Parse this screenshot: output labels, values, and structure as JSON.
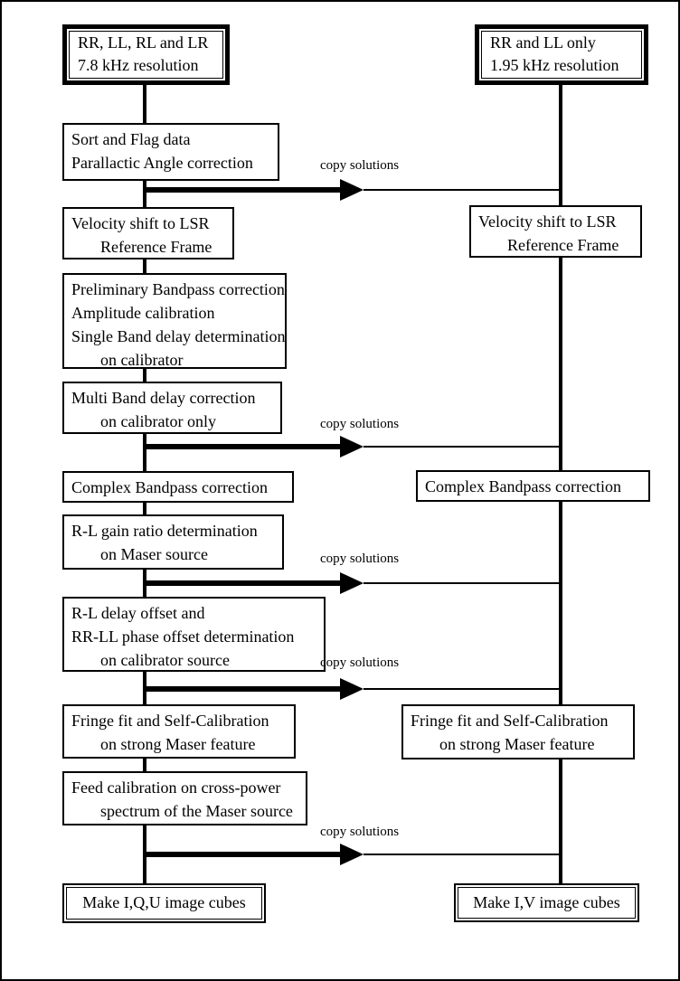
{
  "colors": {
    "line": "#000000",
    "background": "#ffffff"
  },
  "arrows": {
    "label": "copy solutions"
  },
  "left_column": {
    "header": {
      "line1": "RR, LL, RL and LR",
      "line2": "7.8 kHz resolution"
    },
    "sort_flag": {
      "line1": "Sort and Flag data",
      "line2": "Parallactic Angle correction"
    },
    "velocity": {
      "line1": "Velocity shift to LSR",
      "line2": "Reference Frame"
    },
    "prelim_bandpass": {
      "line1": "Preliminary Bandpass correction",
      "line2": "Amplitude calibration",
      "line3": "Single Band delay determination",
      "line4": "on calibrator"
    },
    "multiband_delay": {
      "line1": "Multi Band delay correction",
      "line2": "on calibrator only"
    },
    "complex_bandpass": {
      "line1": "Complex Bandpass correction"
    },
    "rl_gain": {
      "line1": "R-L gain ratio determination",
      "line2": "on Maser source"
    },
    "rl_delay": {
      "line1": "R-L delay offset and",
      "line2": "RR-LL phase offset determination",
      "line3": "on calibrator source"
    },
    "fringe_fit": {
      "line1": "Fringe fit and Self-Calibration",
      "line2": "on strong Maser feature"
    },
    "feed_cal": {
      "line1": "Feed calibration on cross-power",
      "line2": "spectrum of the Maser source"
    },
    "output": {
      "line1": "Make I,Q,U image cubes"
    }
  },
  "right_column": {
    "header": {
      "line1": "RR and LL only",
      "line2": "1.95 kHz  resolution"
    },
    "velocity": {
      "line1": "Velocity shift to LSR",
      "line2": "Reference Frame"
    },
    "complex_bandpass": {
      "line1": "Complex Bandpass correction"
    },
    "fringe_fit": {
      "line1": "Fringe fit and Self-Calibration",
      "line2": "on strong Maser feature"
    },
    "output": {
      "line1": "Make I,V image cubes"
    }
  }
}
